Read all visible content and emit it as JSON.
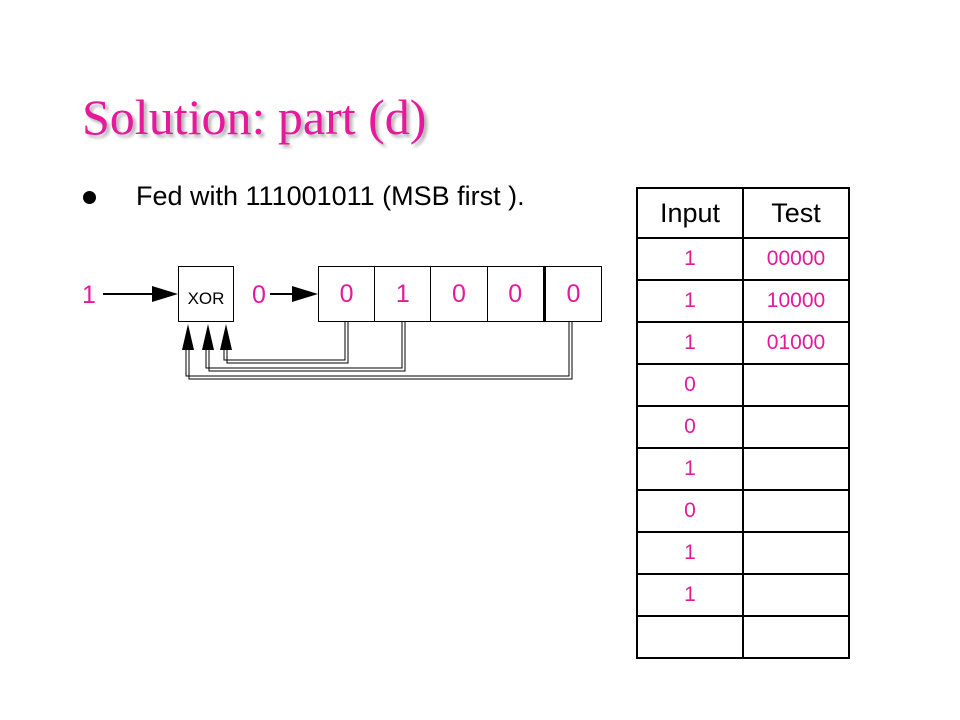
{
  "title": "Solution: part (d)",
  "bullet": {
    "text": "Fed with 111001011 (MSB first )."
  },
  "circuit": {
    "input_value": "1",
    "xor_label": "XOR",
    "xor_output": "0",
    "register": [
      "0",
      "1",
      "0",
      "0",
      "0"
    ]
  },
  "table": {
    "headers": [
      "Input",
      "Test"
    ],
    "rows": [
      {
        "input": "1",
        "test": "00000"
      },
      {
        "input": "1",
        "test": "10000"
      },
      {
        "input": "1",
        "test": "01000"
      },
      {
        "input": "0",
        "test": ""
      },
      {
        "input": "0",
        "test": ""
      },
      {
        "input": "1",
        "test": ""
      },
      {
        "input": "0",
        "test": ""
      },
      {
        "input": "1",
        "test": ""
      },
      {
        "input": "1",
        "test": ""
      },
      {
        "input": "",
        "test": ""
      }
    ]
  },
  "colors": {
    "accent": "#e6199c",
    "text": "#000000"
  }
}
